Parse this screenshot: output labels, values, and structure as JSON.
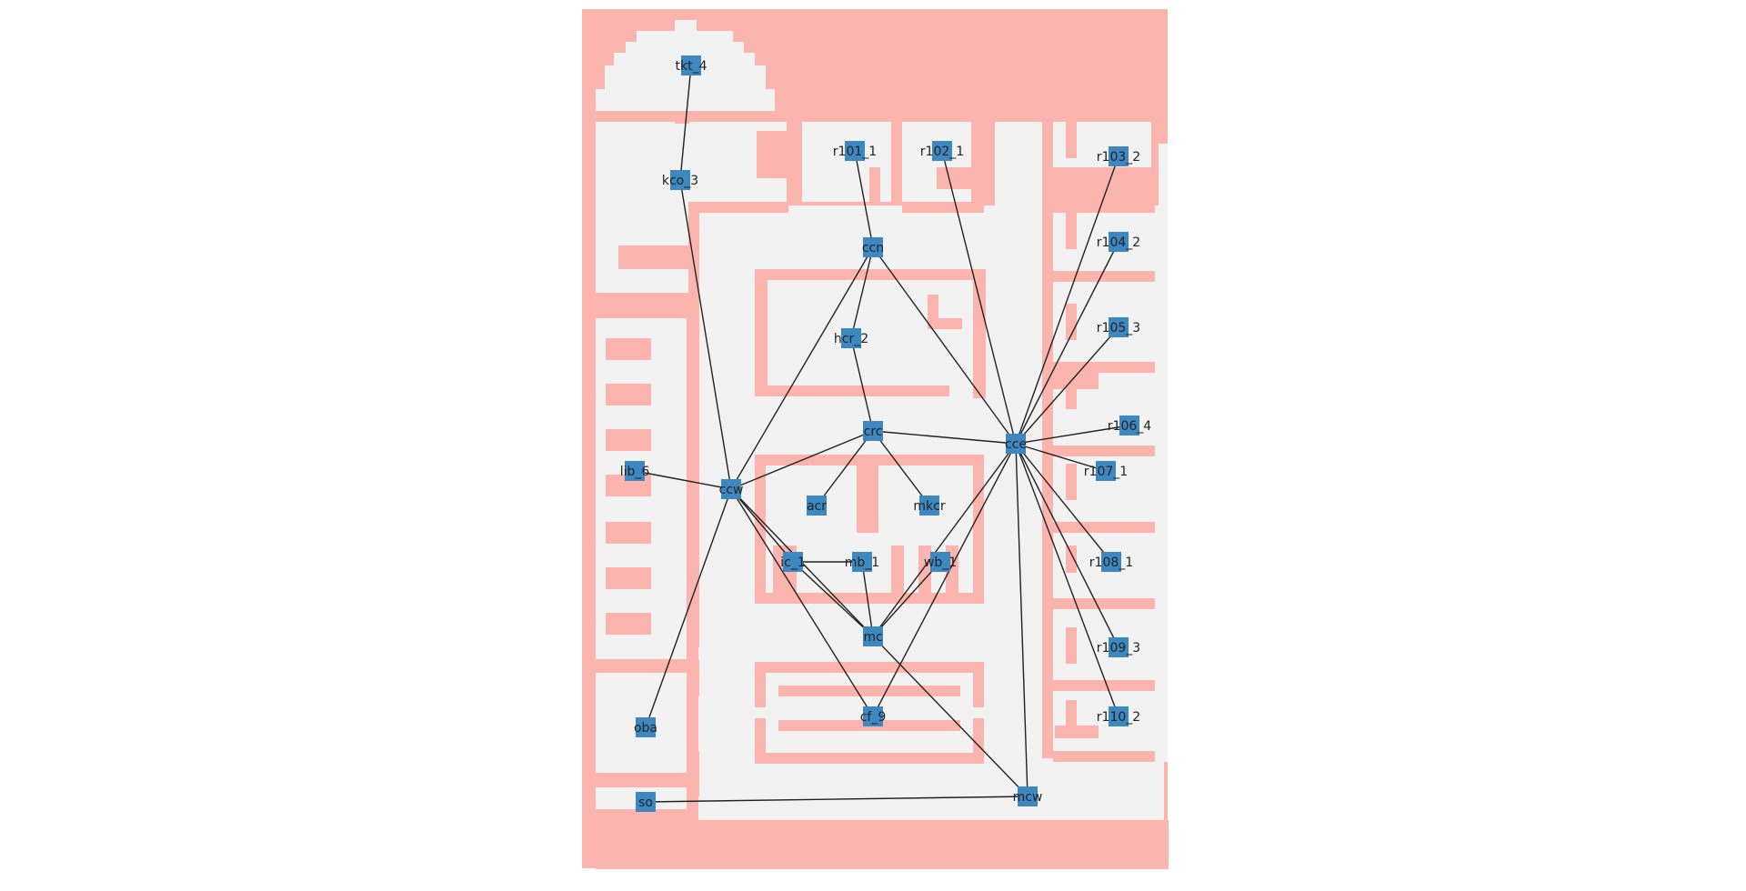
{
  "colors": {
    "background": "#ffffff",
    "wall": "#fbb4ae",
    "floor": "#f2f2f2",
    "node": "#3e88c2",
    "edge": "#222222"
  },
  "nodes": [
    {
      "id": "tkt_4",
      "label": "tkt_4"
    },
    {
      "id": "kco_3",
      "label": "kco_3"
    },
    {
      "id": "r101_1",
      "label": "r101_1"
    },
    {
      "id": "r102_1",
      "label": "r102_1"
    },
    {
      "id": "r103_2",
      "label": "r103_2"
    },
    {
      "id": "ccn",
      "label": "ccn"
    },
    {
      "id": "r104_2",
      "label": "r104_2"
    },
    {
      "id": "hcr_2",
      "label": "hcr_2"
    },
    {
      "id": "r105_3",
      "label": "r105_3"
    },
    {
      "id": "crc",
      "label": "crc"
    },
    {
      "id": "cce",
      "label": "cce"
    },
    {
      "id": "r106_4",
      "label": "r106_4"
    },
    {
      "id": "r107_1",
      "label": "r107_1"
    },
    {
      "id": "lib_6",
      "label": "lib_6"
    },
    {
      "id": "ccw",
      "label": "ccw"
    },
    {
      "id": "acr",
      "label": "acr"
    },
    {
      "id": "mkcr",
      "label": "mkcr"
    },
    {
      "id": "ic_1",
      "label": "ic_1"
    },
    {
      "id": "mb_1",
      "label": "mb_1"
    },
    {
      "id": "wb_1",
      "label": "wb_1"
    },
    {
      "id": "r108_1",
      "label": "r108_1"
    },
    {
      "id": "mc",
      "label": "mc"
    },
    {
      "id": "r109_3",
      "label": "r109_3"
    },
    {
      "id": "cf_9",
      "label": "cf_9"
    },
    {
      "id": "r110_2",
      "label": "r110_2"
    },
    {
      "id": "oba",
      "label": "oba"
    },
    {
      "id": "mcw",
      "label": "mcw"
    },
    {
      "id": "so",
      "label": "so"
    }
  ],
  "edges": [
    [
      "tkt_4",
      "kco_3"
    ],
    [
      "kco_3",
      "ccw"
    ],
    [
      "lib_6",
      "ccw"
    ],
    [
      "oba",
      "ccw"
    ],
    [
      "ccw",
      "ccn"
    ],
    [
      "ccw",
      "crc"
    ],
    [
      "ccw",
      "ic_1"
    ],
    [
      "ccw",
      "mc"
    ],
    [
      "ccw",
      "cf_9"
    ],
    [
      "r101_1",
      "ccn"
    ],
    [
      "ccn",
      "hcr_2"
    ],
    [
      "ccn",
      "cce"
    ],
    [
      "hcr_2",
      "crc"
    ],
    [
      "crc",
      "cce"
    ],
    [
      "crc",
      "acr"
    ],
    [
      "crc",
      "mkcr"
    ],
    [
      "r102_1",
      "cce"
    ],
    [
      "r103_2",
      "cce"
    ],
    [
      "r104_2",
      "cce"
    ],
    [
      "r105_3",
      "cce"
    ],
    [
      "r106_4",
      "cce"
    ],
    [
      "r107_1",
      "cce"
    ],
    [
      "r108_1",
      "cce"
    ],
    [
      "r109_3",
      "cce"
    ],
    [
      "r110_2",
      "cce"
    ],
    [
      "cce",
      "mc"
    ],
    [
      "cce",
      "cf_9"
    ],
    [
      "cce",
      "mcw"
    ],
    [
      "ic_1",
      "mb_1"
    ],
    [
      "ic_1",
      "mc"
    ],
    [
      "mb_1",
      "mc"
    ],
    [
      "wb_1",
      "mc"
    ],
    [
      "mc",
      "mcw"
    ],
    [
      "so",
      "mcw"
    ]
  ]
}
